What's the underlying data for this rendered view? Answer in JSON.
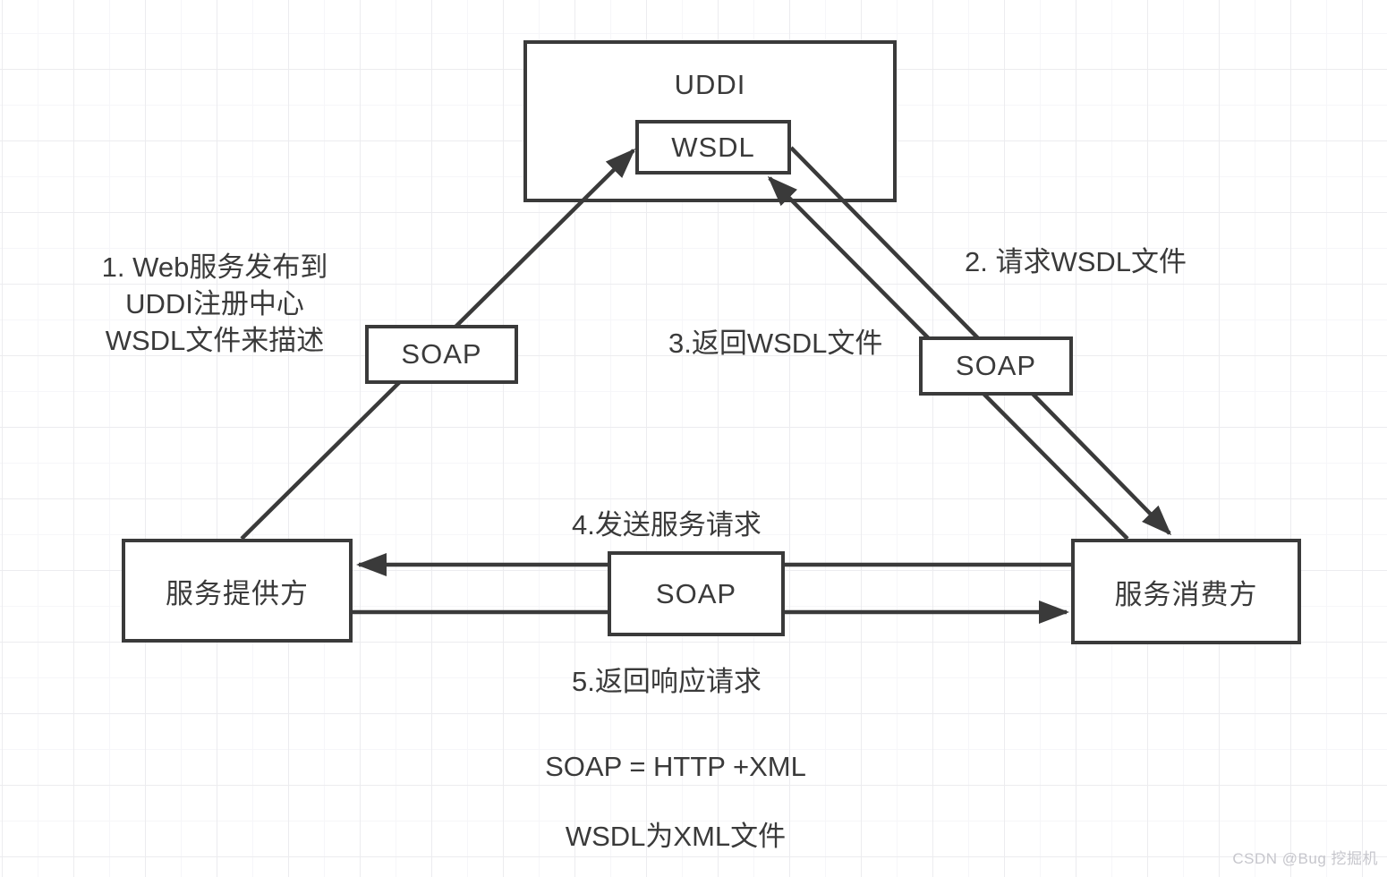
{
  "diagram": {
    "title_context": "Web Service SOAP/WSDL/UDDI interaction diagram",
    "nodes": {
      "uddi": {
        "label": "UDDI"
      },
      "wsdl": {
        "label": "WSDL"
      },
      "soap_left": {
        "label": "SOAP"
      },
      "soap_right": {
        "label": "SOAP"
      },
      "soap_center": {
        "label": "SOAP"
      },
      "provider": {
        "label": "服务提供方"
      },
      "consumer": {
        "label": "服务消费方"
      }
    },
    "annotations": {
      "step1": [
        "1. Web服务发布到",
        "UDDI注册中心",
        "WSDL文件来描述"
      ],
      "step2": "2. 请求WSDL文件",
      "step3": "3.返回WSDL文件",
      "step4": "4.发送服务请求",
      "step5": "5.返回响应请求",
      "note_soap": "SOAP = HTTP +XML",
      "note_wsdl": "WSDL为XML文件"
    },
    "arrows": [
      {
        "name": "publish-to-wsdl",
        "from": "provider",
        "to": "wsdl"
      },
      {
        "name": "request-wsdl",
        "from": "consumer",
        "to": "wsdl"
      },
      {
        "name": "return-wsdl",
        "from": "wsdl",
        "to": "consumer"
      },
      {
        "name": "send-service-request",
        "from": "consumer",
        "to": "provider"
      },
      {
        "name": "return-response",
        "from": "provider",
        "to": "consumer"
      }
    ],
    "colors": {
      "stroke": "#3a3a3a",
      "box_fill": "#ffffff",
      "grid_minor": "#f6f6f9",
      "grid_major": "#ececef",
      "watermark": "#c6c6cc"
    }
  },
  "watermark": {
    "text": "CSDN @Bug 挖掘机"
  }
}
